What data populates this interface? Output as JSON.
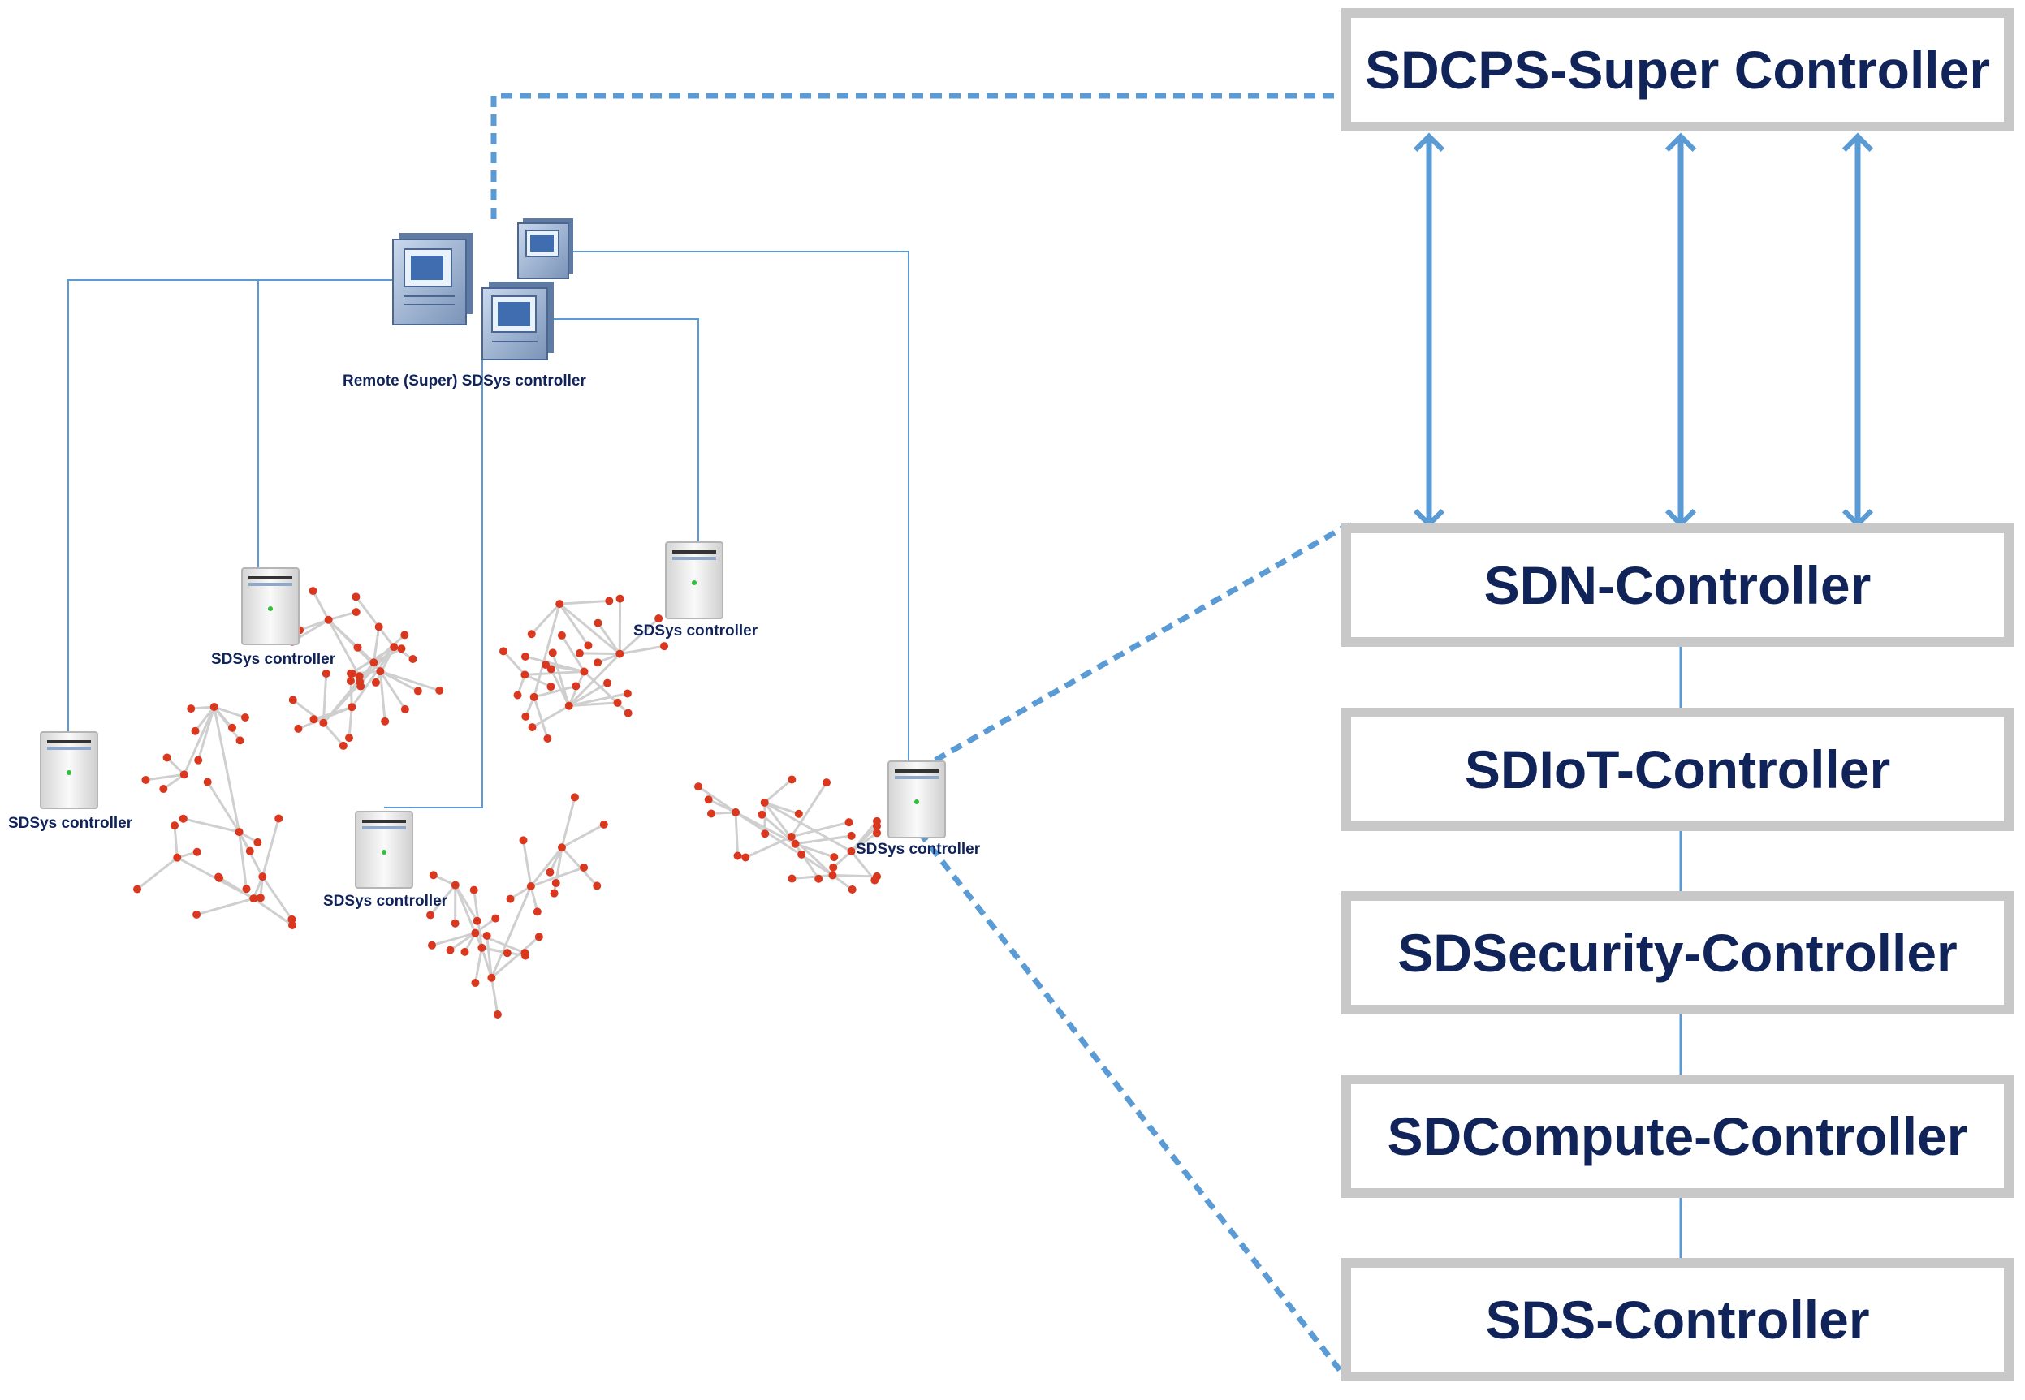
{
  "super_controller": {
    "label": "SDCPS-Super Controller"
  },
  "controller_stack": [
    {
      "id": "sdn",
      "label": "SDN-Controller"
    },
    {
      "id": "sdiot",
      "label": "SDIoT-Controller"
    },
    {
      "id": "sdsecurity",
      "label": "SDSecurity-Controller"
    },
    {
      "id": "sdcompute",
      "label": "SDCompute-Controller"
    },
    {
      "id": "sds",
      "label": "SDS-Controller"
    }
  ],
  "remote_controller": {
    "label": "Remote (Super) SDSys controller"
  },
  "sdsys_controllers": [
    {
      "id": "c1",
      "label": "SDSys controller"
    },
    {
      "id": "c2",
      "label": "SDSys controller"
    },
    {
      "id": "c3",
      "label": "SDSys controller"
    },
    {
      "id": "c4",
      "label": "SDSys controller"
    },
    {
      "id": "c5",
      "label": "SDSys controller"
    }
  ],
  "colors": {
    "link_blue": "#5b9bd5",
    "box_border": "#c8c8c8",
    "label_navy": "#10245a",
    "node_red": "#d9381e",
    "edge_grey": "#cfcfcf"
  }
}
